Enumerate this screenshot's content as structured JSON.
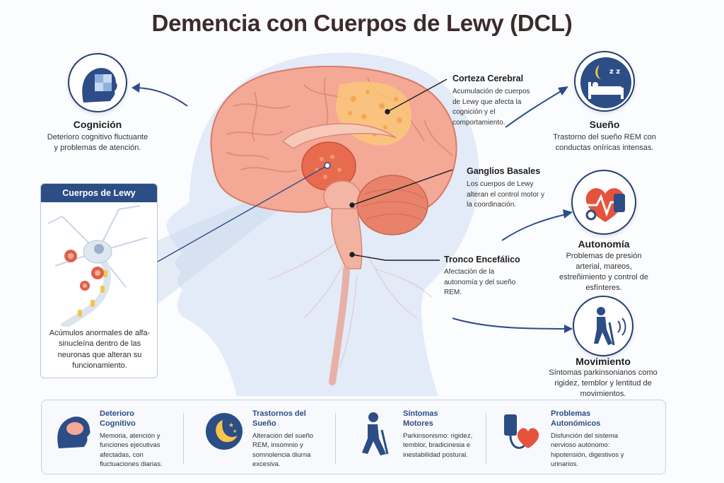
{
  "title": "Demencia con Cuerpos de Lewy (DCL)",
  "symptoms": {
    "cognicion": {
      "title": "Cognición",
      "desc": "Deterioro cognitivo fluctuante y problemas de atención.",
      "icon": "head-puzzle-icon"
    },
    "sueno": {
      "title": "Sueño",
      "desc": "Trastorno del sueño REM con conductas oníricas intensas.",
      "icon": "bed-moon-icon"
    },
    "autonomia": {
      "title": "Autonomía",
      "desc": "Problemas de presión arterial, mareos, estreñimiento y control de esfínteres.",
      "icon": "heart-pressure-icon"
    },
    "movimiento": {
      "title": "Movimiento",
      "desc": "Síntomas parkinsonianos como rigidez, temblor y lentitud de movimientos.",
      "icon": "walking-cane-icon"
    }
  },
  "brain_labels": {
    "corteza": {
      "title": "Corteza Cerebral",
      "desc": "Acumulación de cuerpos de Lewy que afecta la cognición y el comportamiento."
    },
    "ganglios": {
      "title": "Ganglios Basales",
      "desc": "Los cuerpos de Lewy alteran el control motor y la coordinación."
    },
    "tronco": {
      "title": "Tronco Encefálico",
      "desc": "Afectación de la autonomía y del sueño REM."
    }
  },
  "lewy_box": {
    "title": "Cuerpos de Lewy",
    "desc": "Acúmulos anormales de alfa-sinucleína dentro de las neuronas que alteran su funcionamiento."
  },
  "bottom": [
    {
      "title": "Deterioro Cognitivo",
      "desc": "Memoria, atención y funciones ejecutivas afectadas, con fluctuaciones diarias.",
      "icon": "brain-head-icon"
    },
    {
      "title": "Trastornos del Sueño",
      "desc": "Alteración del sueño REM, insomnio y somnolencia diurna excesiva.",
      "icon": "moon-stars-icon"
    },
    {
      "title": "Síntomas Motores",
      "desc": "Parkinsonismo: rigidez, temblor, bradicinesia e inestabilidad postural.",
      "icon": "walking-person-icon"
    },
    {
      "title": "Problemas Autonómicos",
      "desc": "Disfunción del sistema nervioso autónomo: hipotensión, digestivos y urinarios.",
      "icon": "blood-pressure-icon"
    }
  ],
  "colors": {
    "navy": "#2c4d86",
    "brain": "#f2a08c",
    "head": "#dde8f5"
  }
}
